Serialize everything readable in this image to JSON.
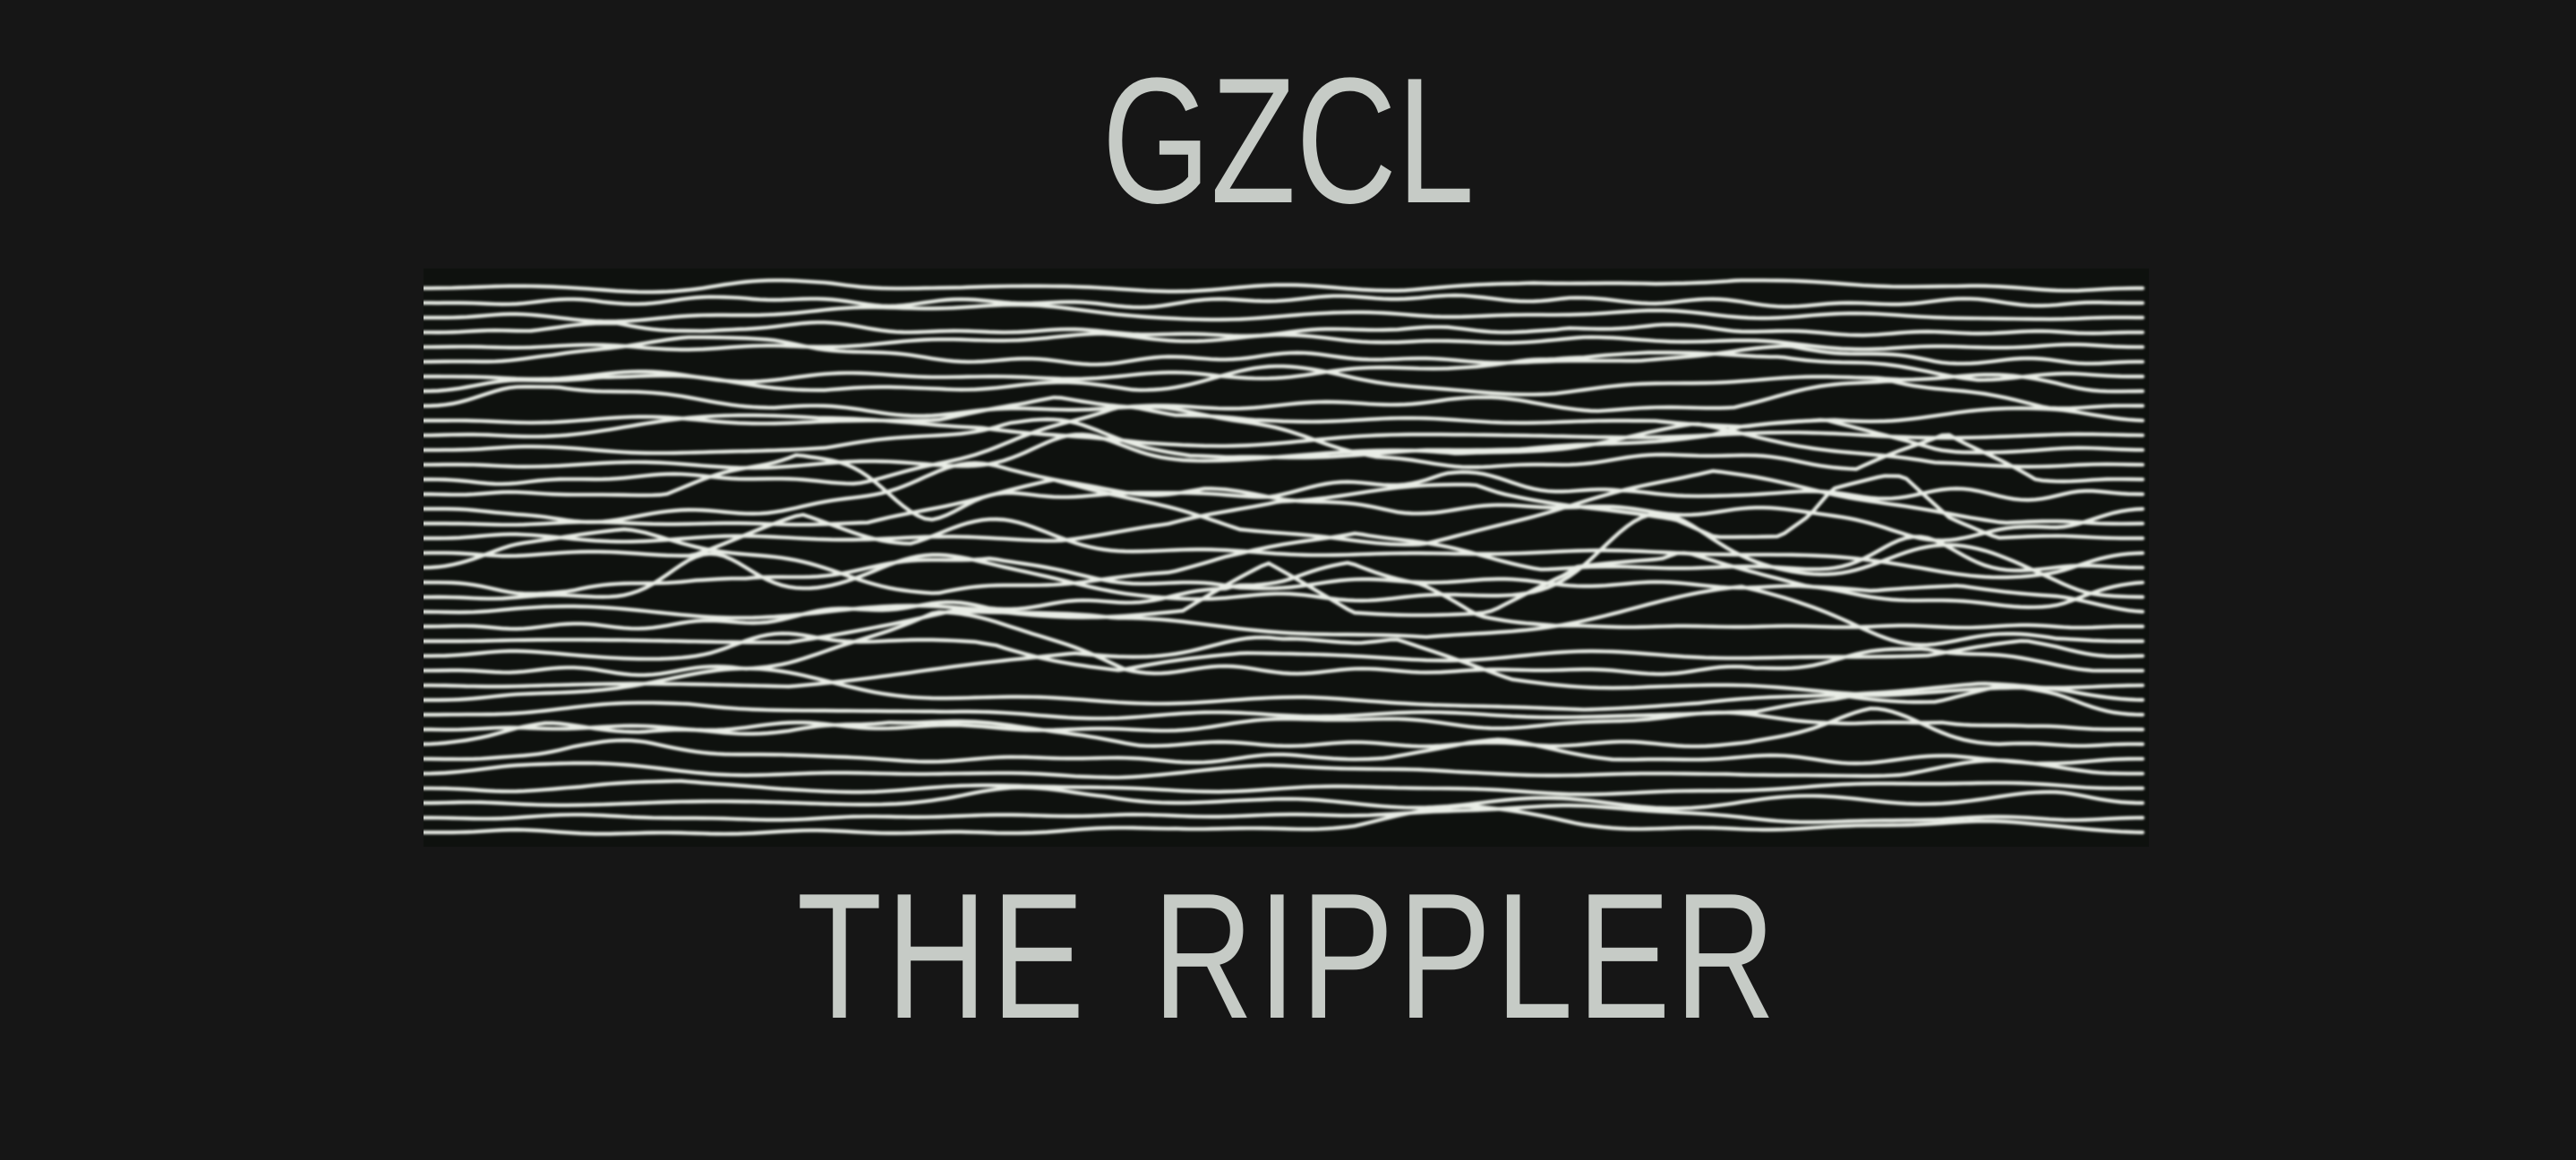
{
  "page": {
    "background_color": "#161616",
    "text_color": "#c6cbc6"
  },
  "header": {
    "title": "GZCL"
  },
  "footer": {
    "subtitle": "THE RIPPLER"
  },
  "art": {
    "description": "ripple-waveform-line-art",
    "background_color": "#0e110e",
    "line_color": "#e9ede6",
    "line_count": 38,
    "stroke_width": 4.2,
    "blur": 1.25,
    "edge_flat_zone": 110,
    "top_padding": 22,
    "bottom_padding": 16,
    "seed": 1337
  }
}
